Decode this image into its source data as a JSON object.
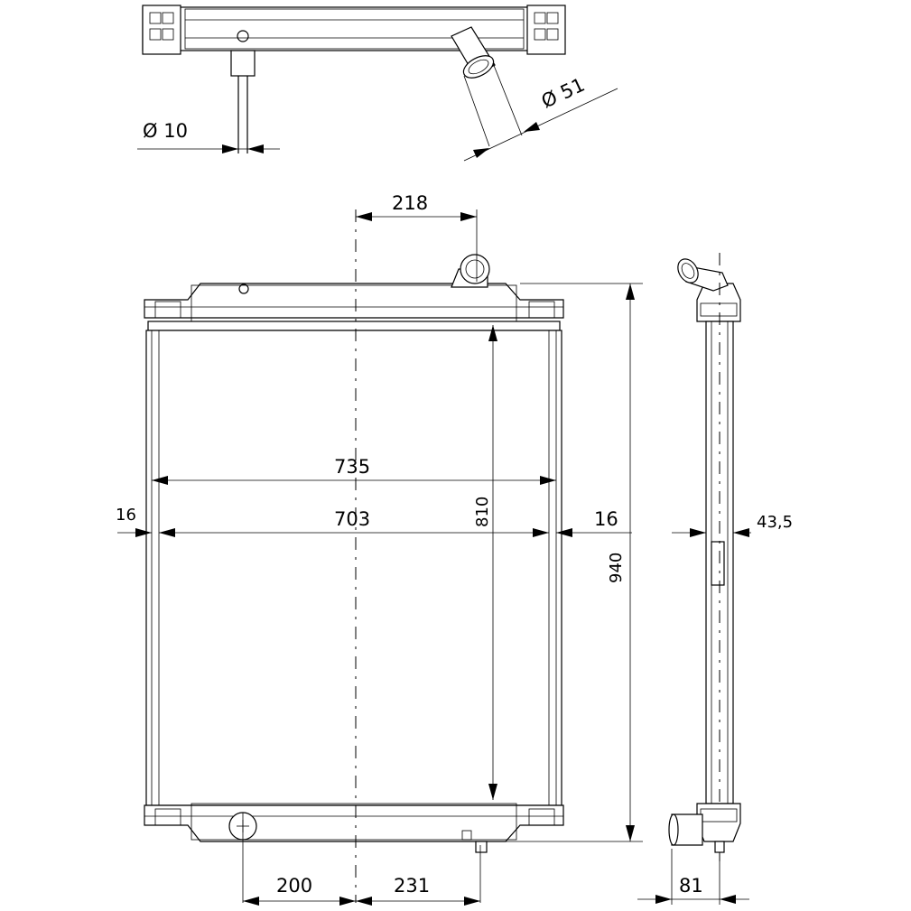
{
  "dimensions": {
    "top_pipe_diameter": "Ø 10",
    "top_outlet_diameter": "Ø 51",
    "inlet_offset": "218",
    "core_width_outer": "735",
    "core_width_inner": "703",
    "core_height": "810",
    "overall_height": "940",
    "side_left": "16",
    "side_right": "16",
    "depth": "43,5",
    "bottom_left": "200",
    "bottom_right": "231",
    "bottom_depth": "81"
  }
}
